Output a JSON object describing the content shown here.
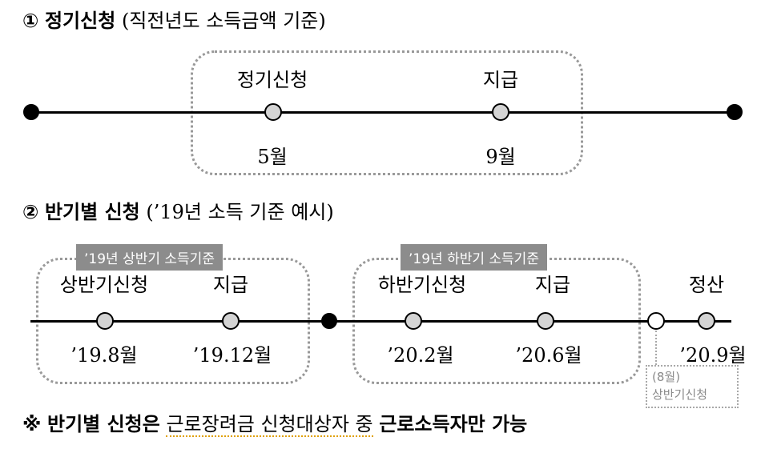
{
  "section1": {
    "number": "①",
    "title": "정기신청",
    "subtitle": "(직전년도 소득금액 기준)",
    "events": [
      {
        "label": "정기신청",
        "month": "5월"
      },
      {
        "label": "지급",
        "month": "9월"
      }
    ]
  },
  "section2": {
    "number": "②",
    "title": "반기별 신청",
    "subtitle": "(’19년 소득 기준 예시)",
    "first_half": {
      "banner": "’19년 상반기 소득기준",
      "events": [
        {
          "label": "상반기신청",
          "month": "’19.8월"
        },
        {
          "label": "지급",
          "month": "’19.12월"
        }
      ]
    },
    "second_half": {
      "banner": "’19년 하반기 소득기준",
      "events": [
        {
          "label": "하반기신청",
          "month": "’20.2월"
        },
        {
          "label": "지급",
          "month": "’20.6월"
        }
      ]
    },
    "settlement": {
      "label": "정산",
      "month": "’20.9월"
    },
    "side_note": {
      "line1": "(8월)",
      "line2": "상반기신청"
    }
  },
  "footer": {
    "symbol": "※",
    "part1": "반기별 신청은",
    "part2": "근로장려금 신청대상자 중",
    "part3": "근로소득자만 가능"
  }
}
